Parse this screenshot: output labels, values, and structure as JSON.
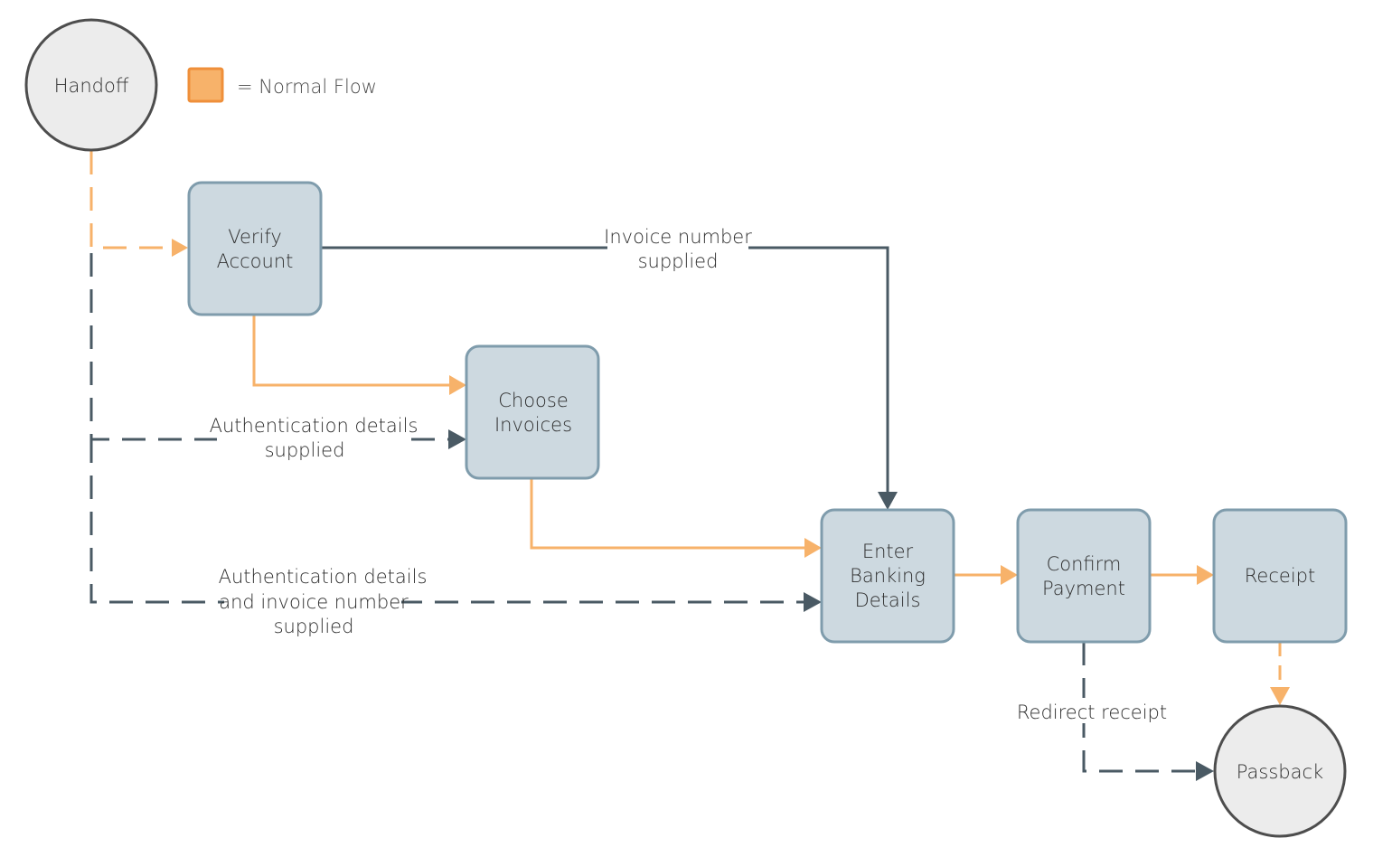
{
  "colors": {
    "normal_flow": "#f7b26a",
    "normal_flow_border": "#ef8f3a",
    "alt_flow": "#4a5a64",
    "box_fill": "#cdd9e0",
    "box_border": "#7f9cac",
    "circle_fill": "#ececec",
    "circle_border": "#4d4d4d"
  },
  "legend": {
    "label": "= Normal Flow"
  },
  "nodes": {
    "handoff": {
      "label": "Handoff"
    },
    "verify_account": {
      "lines": [
        "Verify",
        "Account"
      ]
    },
    "choose_invoices": {
      "lines": [
        "Choose",
        "Invoices"
      ]
    },
    "enter_banking_details": {
      "lines": [
        "Enter",
        "Banking",
        "Details"
      ]
    },
    "confirm_payment": {
      "lines": [
        "Confirm",
        "Payment"
      ]
    },
    "receipt": {
      "label": "Receipt"
    },
    "passback": {
      "label": "Passback"
    }
  },
  "edges": {
    "invoice_number_supplied": {
      "lines": [
        "Invoice number",
        "supplied"
      ]
    },
    "auth_details_supplied": {
      "lines": [
        "Authentication details",
        "supplied"
      ]
    },
    "auth_and_invoice_supplied": {
      "lines": [
        "Authentication details",
        "and invoice number",
        "supplied"
      ]
    },
    "redirect_receipt": {
      "label": "Redirect receipt"
    }
  }
}
